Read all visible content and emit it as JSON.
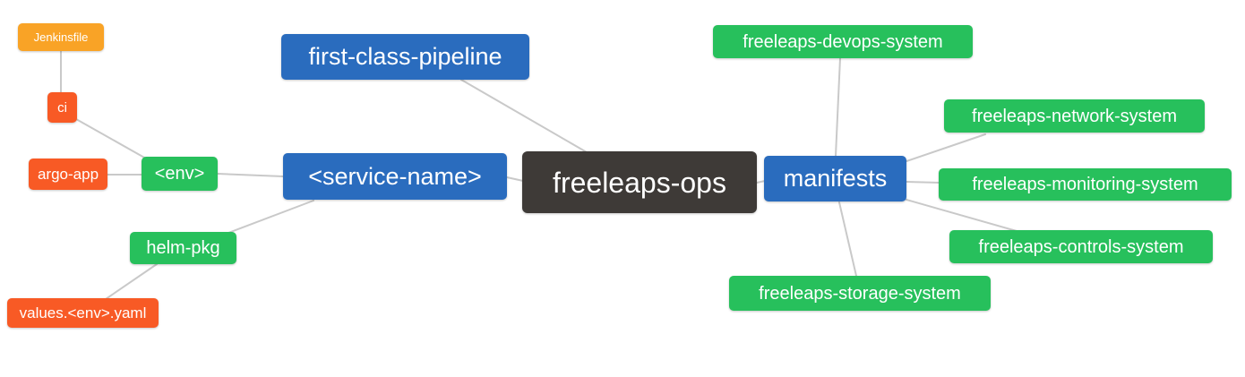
{
  "diagram": {
    "type": "mindmap",
    "background_color": "#ffffff",
    "edge_color": "#c9c9c9",
    "palette": {
      "blue": "#2a6cbe",
      "green": "#27c05c",
      "orange": "#f9a326",
      "red_orange": "#f85a25",
      "dark": "#3e3a37",
      "text": "#ffffff"
    },
    "nodes": {
      "jenkinsfile": {
        "label": "Jenkinsfile",
        "color": "orange"
      },
      "ci": {
        "label": "ci",
        "color": "red_orange"
      },
      "argo_app": {
        "label": "argo-app",
        "color": "red_orange"
      },
      "env": {
        "label": "<env>",
        "color": "green"
      },
      "helm_pkg": {
        "label": "helm-pkg",
        "color": "green"
      },
      "values_yaml": {
        "label": "values.<env>.yaml",
        "color": "red_orange"
      },
      "first_class_pipeline": {
        "label": "first-class-pipeline",
        "color": "blue"
      },
      "service_name": {
        "label": "<service-name>",
        "color": "blue"
      },
      "freeleaps_ops": {
        "label": "freeleaps-ops",
        "color": "dark"
      },
      "manifests": {
        "label": "manifests",
        "color": "blue"
      },
      "devops_system": {
        "label": "freeleaps-devops-system",
        "color": "green"
      },
      "network_system": {
        "label": "freeleaps-network-system",
        "color": "green"
      },
      "monitoring_system": {
        "label": "freeleaps-monitoring-system",
        "color": "green"
      },
      "controls_system": {
        "label": "freeleaps-controls-system",
        "color": "green"
      },
      "storage_system": {
        "label": "freeleaps-storage-system",
        "color": "green"
      }
    },
    "edges": [
      {
        "from": "jenkinsfile",
        "to": "ci"
      },
      {
        "from": "ci",
        "to": "env"
      },
      {
        "from": "argo_app",
        "to": "env"
      },
      {
        "from": "env",
        "to": "service_name"
      },
      {
        "from": "service_name",
        "to": "helm_pkg"
      },
      {
        "from": "helm_pkg",
        "to": "values_yaml"
      },
      {
        "from": "first_class_pipeline",
        "to": "freeleaps_ops"
      },
      {
        "from": "service_name",
        "to": "freeleaps_ops"
      },
      {
        "from": "freeleaps_ops",
        "to": "manifests"
      },
      {
        "from": "manifests",
        "to": "devops_system"
      },
      {
        "from": "manifests",
        "to": "network_system"
      },
      {
        "from": "manifests",
        "to": "monitoring_system"
      },
      {
        "from": "manifests",
        "to": "controls_system"
      },
      {
        "from": "manifests",
        "to": "storage_system"
      }
    ]
  }
}
